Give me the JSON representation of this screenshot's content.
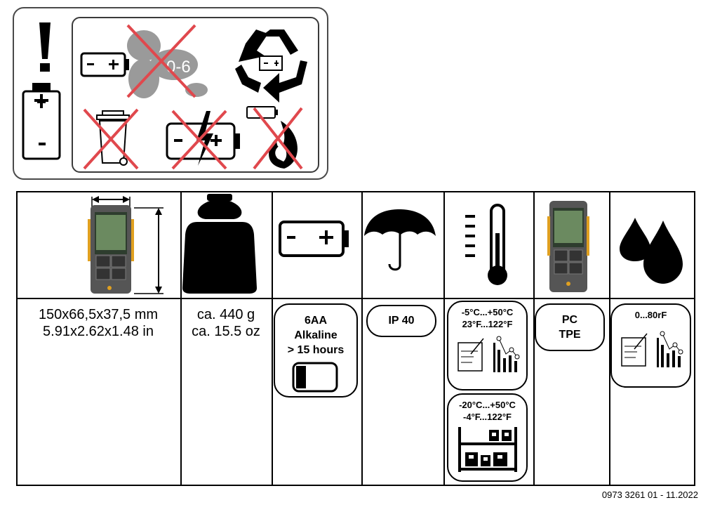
{
  "warning_panel": {
    "age_label": "0-6",
    "icons": [
      "exclamation-icon",
      "battery-icon",
      "no-child-battery-icon",
      "battery-recycle-icon",
      "no-trash-bin-icon",
      "no-short-circuit-icon",
      "no-fire-icon"
    ]
  },
  "specs": {
    "dimensions": {
      "metric": "150x66,5x37,5 mm",
      "imperial": "5.91x2.62x1.48 in"
    },
    "weight": {
      "metric": "ca. 440 g",
      "imperial": "ca. 15.5 oz"
    },
    "battery": {
      "line1": "6AA",
      "line2": "Alkaline",
      "line3": "> 15 hours"
    },
    "protection": {
      "rating": "IP 40"
    },
    "temperature": {
      "operating": {
        "celsius": "-5°C...+50°C",
        "fahrenheit": "23°F...122°F"
      },
      "storage": {
        "celsius": "-20°C...+50°C",
        "fahrenheit": "-4°F...122°F"
      }
    },
    "material": {
      "line1": "PC",
      "line2": "TPE"
    },
    "humidity": {
      "range": "0...80rF"
    }
  },
  "footer": {
    "doc_number": "0973 3261 01 - 11.2022"
  }
}
